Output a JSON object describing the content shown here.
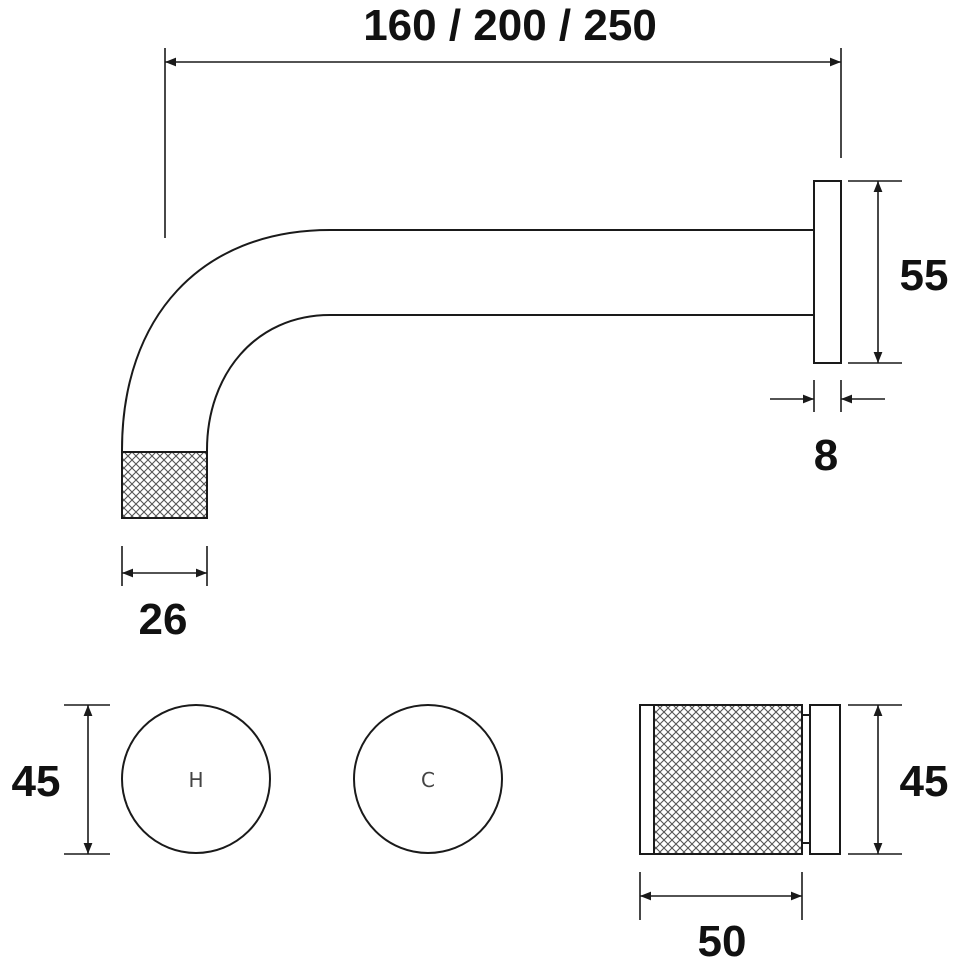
{
  "dimensions": {
    "spout_length": "160 / 200 / 250",
    "plate_height": "55",
    "plate_thickness": "8",
    "spout_diameter": "26",
    "handle_diameter": "45",
    "handle_side_height": "45",
    "handle_depth": "50"
  },
  "handles": {
    "hot_label": "H",
    "cold_label": "C"
  },
  "colors": {
    "line": "#1a1a1a",
    "knurl": "#555555",
    "background": "#ffffff"
  }
}
